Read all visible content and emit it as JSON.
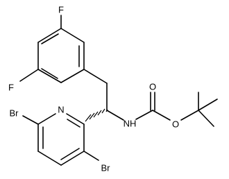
{
  "atoms": {
    "F_top": "F",
    "F_left": "F",
    "N_pyridine": "N",
    "Br_left": "Br",
    "Br_bottom": "Br",
    "NH": "NH",
    "O_carbonyl": "O",
    "O_ester": "O"
  }
}
